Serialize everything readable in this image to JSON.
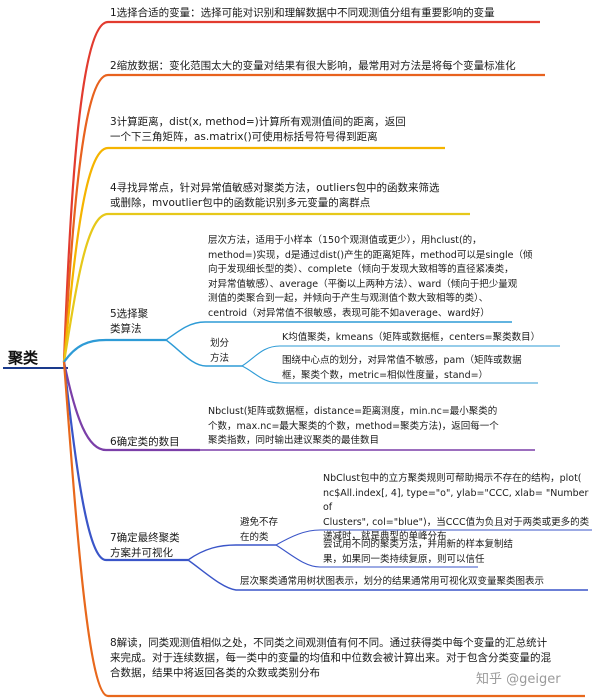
{
  "root": "聚类",
  "steps": {
    "s1": "1选择合适的变量：选择可能对识别和理解数据中不同观测值分组有重要影响的变量",
    "s2": "2缩放数据：变化范围太大的变量对结果有很大影响，最常用对方法是将每个变量标准化",
    "s3": "3计算距离，dist(x, method=)计算所有观测值间的距离，返回\n一个下三角矩阵，as.matrix()可使用标括号符号得到距离",
    "s4": "4寻找异常点，针对异常值敏感对聚类方法，outliers包中的函数来筛选\n或删除，mvoutlier包中的函数能识别多元变量的离群点",
    "s5": {
      "label": "5选择聚\n类算法",
      "hier": "层次方法，适用于小样本（150个观测值或更少），用hclust(的，\nmethod=)实现，d是通过dist()产生的距离矩阵，method可以是single（倾\n向于发现细长型的类）、complete（倾向于发现大致相等的直径紧凑类，\n对异常值敏感）、average（平衡以上两种方法）、ward（倾向于把少量观\n测值的类聚合到一起，并倾向于产生与观测值个数大致相等的类）、\ncentroid（对异常值不很敏感，表现可能不如average、ward好）",
      "part_label": "划分\n方法",
      "kmeans": "K均值聚类，kmeans（矩阵或数据框，centers=聚类数目）",
      "pam": "围绕中心点的划分，对异常值不敏感，pam（矩阵或数据\n框，聚类个数，metric=相似性度量，stand=）"
    },
    "s6": {
      "label": "6确定类的数目",
      "detail": "Nbclust(矩阵或数据框，distance=距离测度，min.nc=最小聚类的\n个数，max.nc=最大聚类的个数，method=聚类方法)，返回每一个\n聚类指数，同时输出建议聚类的最佳数目"
    },
    "s7": {
      "label": "7确定最终聚类\n方案并可视化",
      "avoid_label": "避免不存\n在的类",
      "nbclust": "NbClust包中的立方聚类规则可帮助揭示不存在的结构，plot(\nnc$All.index[, 4], type=\"o\", ylab=\"CCC, xlab= \"Number of\nClusters\", col=\"blue\")，当CCC值为负且对于两类或更多的类\n递减时，就是典型的单峰分布",
      "resample": "尝试用不同的聚类方法，并用新的样本复制结\n果，如果同一类持续复原，则可以信任",
      "visual": "层次聚类通常用树状图表示，划分的结果通常用可视化双变量聚类图表示"
    },
    "s8": "8解读，同类观测值相似之处，不同类之间观测值有何不同。通过获得类中每个变量的汇总统计\n来完成。对于连续数据，每一类中的变量的均值和中位数会被计算出来。对于包含分类变量的混\n合数据，结果中将返回各类的众数或类别分布"
  },
  "watermark": "知乎 @geiger",
  "colors": {
    "root_underline": "#1a3a8c",
    "s1": "#e23b2f",
    "s2": "#e8621e",
    "s3": "#f5b400",
    "s4": "#e6c81a",
    "s5": "#2e9bd6",
    "s6": "#7b3fa8",
    "s7": "#3a55c8",
    "s8": "#e8681c"
  }
}
